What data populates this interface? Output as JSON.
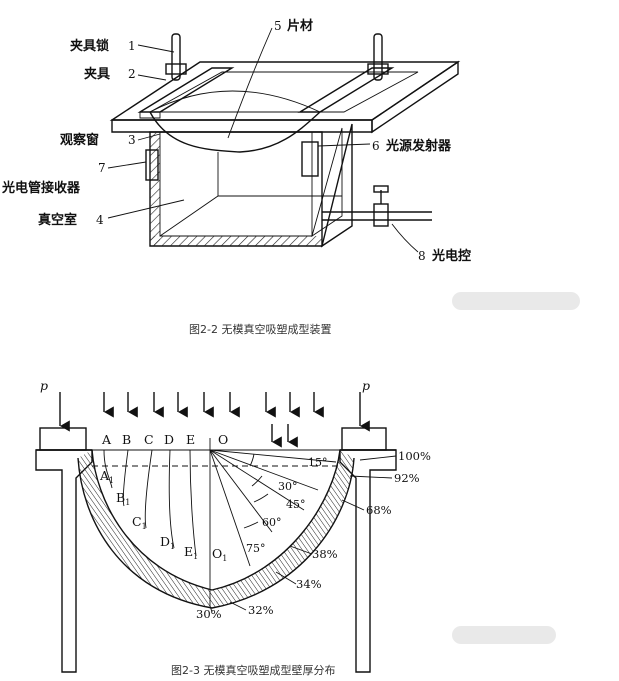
{
  "figure1": {
    "callouts": [
      {
        "num": "1",
        "label": "夹具锁"
      },
      {
        "num": "2",
        "label": "夹具"
      },
      {
        "num": "3",
        "label": "观察窗"
      },
      {
        "num": "4",
        "label": "真空室"
      },
      {
        "num": "5",
        "label": "片材"
      },
      {
        "num": "6",
        "label": "光源发射器"
      },
      {
        "num": "7",
        "label": "光电管接收器"
      },
      {
        "num": "8",
        "label": "光电控"
      }
    ],
    "caption": "图2-2  无模真空吸塑成型装置"
  },
  "figure2": {
    "force_label": "p",
    "top_points": [
      "A",
      "B",
      "C",
      "D",
      "E",
      "O"
    ],
    "bottom_points": [
      {
        "base": "A",
        "sub": "1"
      },
      {
        "base": "B",
        "sub": "1"
      },
      {
        "base": "C",
        "sub": "1"
      },
      {
        "base": "D",
        "sub": "1"
      },
      {
        "base": "E",
        "sub": "1"
      },
      {
        "base": "O",
        "sub": "1"
      }
    ],
    "angles": [
      "15°",
      "30°",
      "45°",
      "60°",
      "75°"
    ],
    "thickness": [
      "100%",
      "92%",
      "68%",
      "38%",
      "34%",
      "32%",
      "30%"
    ],
    "caption": "图2-3  无模真空吸塑成型壁厚分布"
  }
}
